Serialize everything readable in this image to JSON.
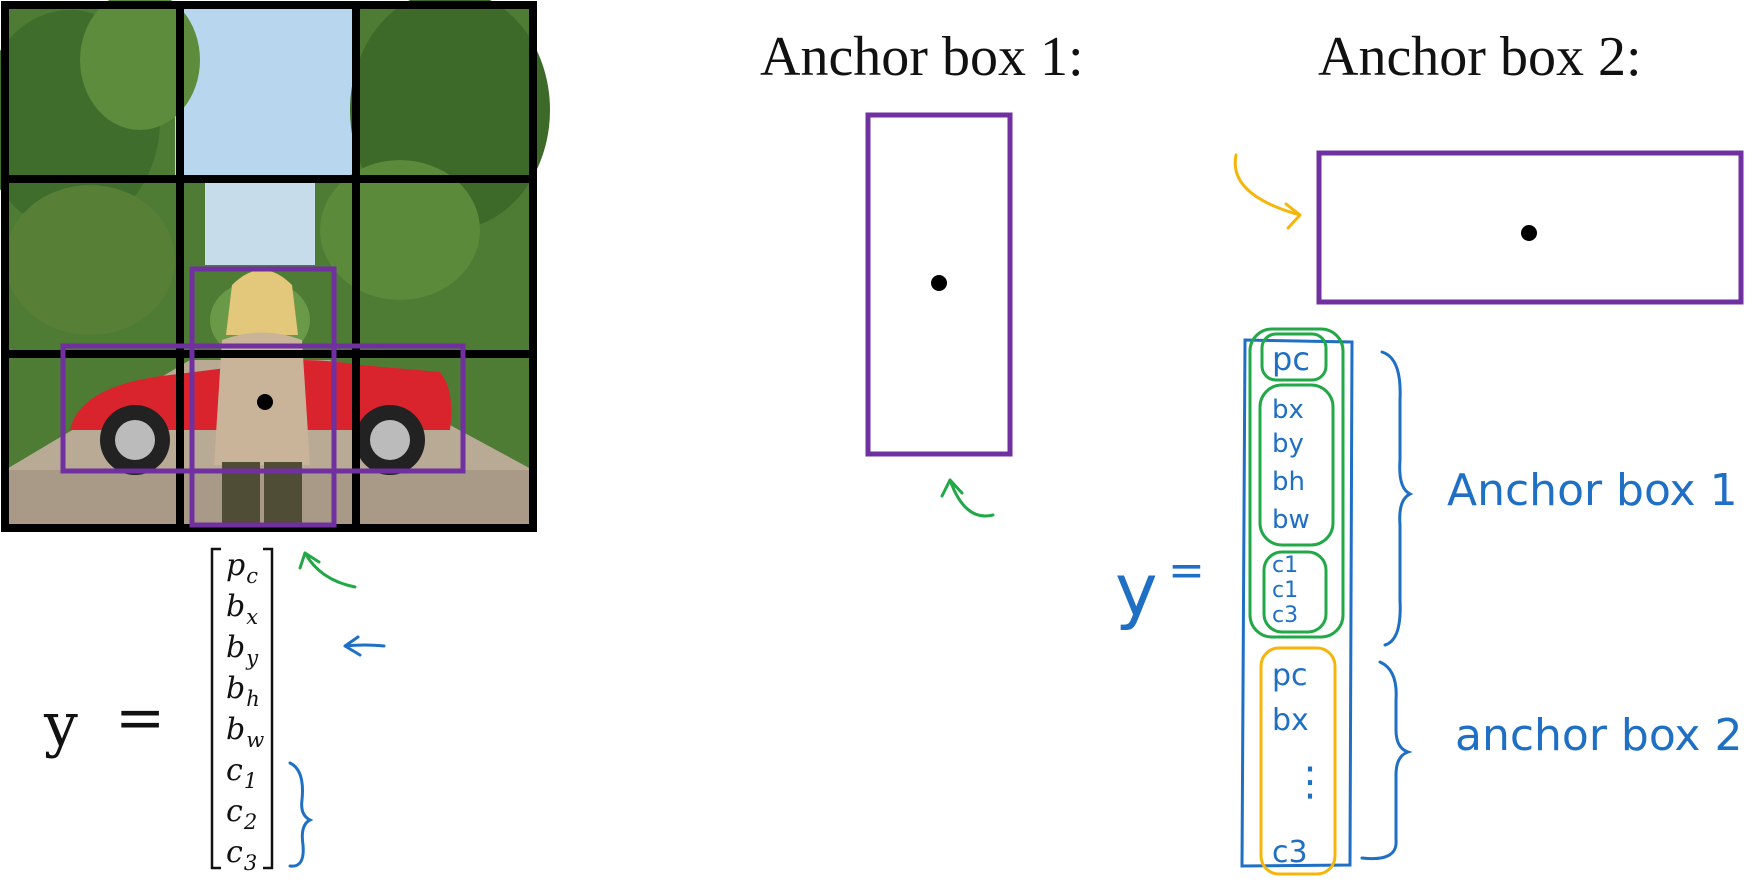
{
  "titles": {
    "anchor_box_1": "Anchor box 1:",
    "anchor_box_2": "Anchor box 2:"
  },
  "y_vector": {
    "lhs": "y",
    "eq": "=",
    "entries": [
      {
        "base": "p",
        "sub": "c"
      },
      {
        "base": "b",
        "sub": "x"
      },
      {
        "base": "b",
        "sub": "y"
      },
      {
        "base": "b",
        "sub": "h"
      },
      {
        "base": "b",
        "sub": "w"
      },
      {
        "base": "c",
        "sub": "1"
      },
      {
        "base": "c",
        "sub": "2"
      },
      {
        "base": "c",
        "sub": "3"
      }
    ]
  },
  "handwritten": {
    "y_lhs": "y",
    "y_eq": "=",
    "group1": [
      "pc",
      "bx",
      "by",
      "bh",
      "bw",
      "c1",
      "c1",
      "c3"
    ],
    "group2": [
      "pc",
      "bx",
      "⋮",
      "c3"
    ],
    "label_anchor1": "Anchor box 1",
    "label_anchor2": "anchor box 2"
  },
  "colors": {
    "grid": "#000000",
    "bbox": "#7030a0",
    "green": "#22a847",
    "blue": "#1f6fc4",
    "orange": "#f5b50a",
    "sky": "#b8d6ee",
    "foliage": "#4f7c35",
    "road": "#a89a86",
    "car": "#d9232d"
  }
}
